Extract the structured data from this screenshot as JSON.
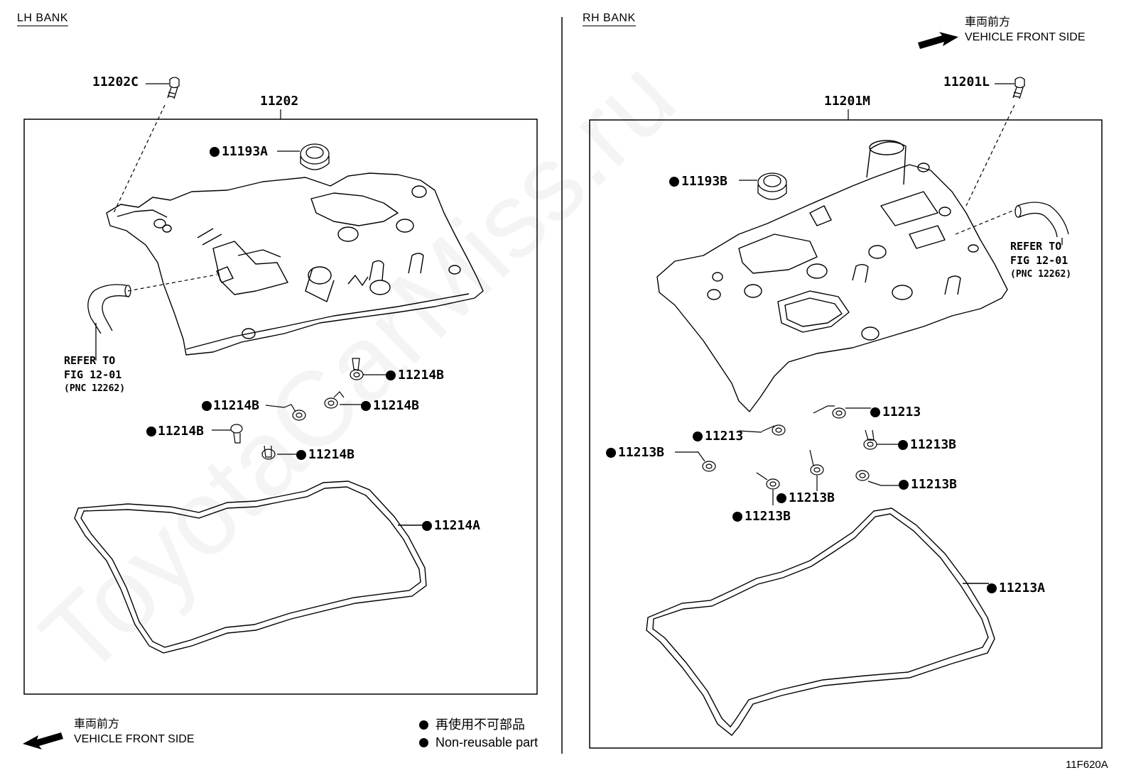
{
  "lh": {
    "bank": "LH BANK",
    "front_jp": "車両前方",
    "front_en": "VEHICLE FRONT SIDE",
    "refer": [
      "REFER TO",
      "FIG 12-01",
      "(PNC 12262)"
    ]
  },
  "rh": {
    "bank": "RH BANK",
    "front_jp": "車両前方",
    "front_en": "VEHICLE FRONT SIDE",
    "refer": [
      "REFER TO",
      "FIG 12-01",
      "(PNC 12262)"
    ]
  },
  "legend": {
    "jp": "再使用不可部品",
    "en": "Non-reusable part"
  },
  "figure_code": "11F620A",
  "watermark": "ToyotaCarMiss.ru",
  "parts": {
    "lh_bolt": "11202C",
    "lh_cover": "11202",
    "lh_seal": "11193A",
    "lh_g1": "11214B",
    "lh_g2": "11214B",
    "lh_g3": "11214B",
    "lh_g4": "11214B",
    "lh_g5": "11214B",
    "lh_gasket": "11214A",
    "rh_bolt": "11201L",
    "rh_cover": "11201M",
    "rh_seal": "11193B",
    "rh_g1": "11213",
    "rh_g2": "11213",
    "rh_g3": "11213B",
    "rh_g4": "11213B",
    "rh_g5": "11213B",
    "rh_g6": "11213B",
    "rh_g7": "11213B",
    "rh_gasket": "11213A"
  }
}
